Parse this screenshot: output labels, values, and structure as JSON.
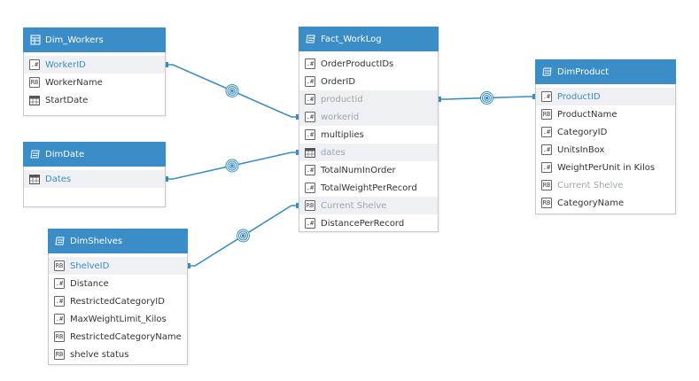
{
  "colors": {
    "header": "#3a8dc6",
    "line": "#3a8dc6",
    "key_row": "#eef0f3",
    "muted_text": "#9aa6b2"
  },
  "tables": {
    "workers": {
      "title": "Dim_Workers",
      "icon": "table-icon",
      "fields": [
        {
          "name": "WorkerID",
          "type": "numeric",
          "highlight": true
        },
        {
          "name": "WorkerName",
          "type": "text"
        },
        {
          "name": "StartDate",
          "type": "date"
        }
      ]
    },
    "date": {
      "title": "DimDate",
      "icon": "hierarchy-table-icon",
      "fields": [
        {
          "name": "Dates",
          "type": "date",
          "highlight": true
        }
      ]
    },
    "shelves": {
      "title": "DimShelves",
      "icon": "hierarchy-table-icon",
      "fields": [
        {
          "name": "ShelveID",
          "type": "text",
          "highlight": true
        },
        {
          "name": "Distance",
          "type": "numeric"
        },
        {
          "name": "RestrictedCategoryID",
          "type": "numeric"
        },
        {
          "name": "MaxWeightLimit_Kilos",
          "type": "numeric"
        },
        {
          "name": "RestrictedCategoryName",
          "type": "text"
        },
        {
          "name": "shelve status",
          "type": "text"
        }
      ]
    },
    "fact": {
      "title": "Fact_WorkLog",
      "icon": "hierarchy-table-icon",
      "fields": [
        {
          "name": "OrderProductIDs",
          "type": "numeric"
        },
        {
          "name": "OrderID",
          "type": "numeric"
        },
        {
          "name": "productid",
          "type": "numeric",
          "highlight": true,
          "muted": true
        },
        {
          "name": "workerid",
          "type": "numeric",
          "highlight": true,
          "muted": true
        },
        {
          "name": "multiplies",
          "type": "numeric"
        },
        {
          "name": "dates",
          "type": "date",
          "highlight": true,
          "muted": true
        },
        {
          "name": "TotalNumInOrder",
          "type": "numeric"
        },
        {
          "name": "TotalWeightPerRecord",
          "type": "numeric"
        },
        {
          "name": "Current Shelve",
          "type": "text",
          "highlight": true,
          "muted": true
        },
        {
          "name": "DistancePerRecord",
          "type": "numeric"
        }
      ]
    },
    "product": {
      "title": "DimProduct",
      "icon": "hierarchy-table-icon",
      "fields": [
        {
          "name": "ProductID",
          "type": "numeric",
          "highlight": true
        },
        {
          "name": "ProductName",
          "type": "text"
        },
        {
          "name": "CategoryID",
          "type": "numeric"
        },
        {
          "name": "UnitsInBox",
          "type": "numeric"
        },
        {
          "name": "WeightPerUnit in Kilos",
          "type": "numeric"
        },
        {
          "name": "Current Shelve",
          "type": "text",
          "muted": true
        },
        {
          "name": "CategoryName",
          "type": "text"
        }
      ]
    }
  },
  "relationships": [
    {
      "from": "workers",
      "from_field": "WorkerID",
      "to": "fact",
      "to_field": "workerid"
    },
    {
      "from": "date",
      "from_field": "Dates",
      "to": "fact",
      "to_field": "dates"
    },
    {
      "from": "shelves",
      "from_field": "ShelveID",
      "to": "fact",
      "to_field": "Current Shelve"
    },
    {
      "from": "product",
      "from_field": "ProductID",
      "to": "fact",
      "to_field": "productid"
    }
  ]
}
